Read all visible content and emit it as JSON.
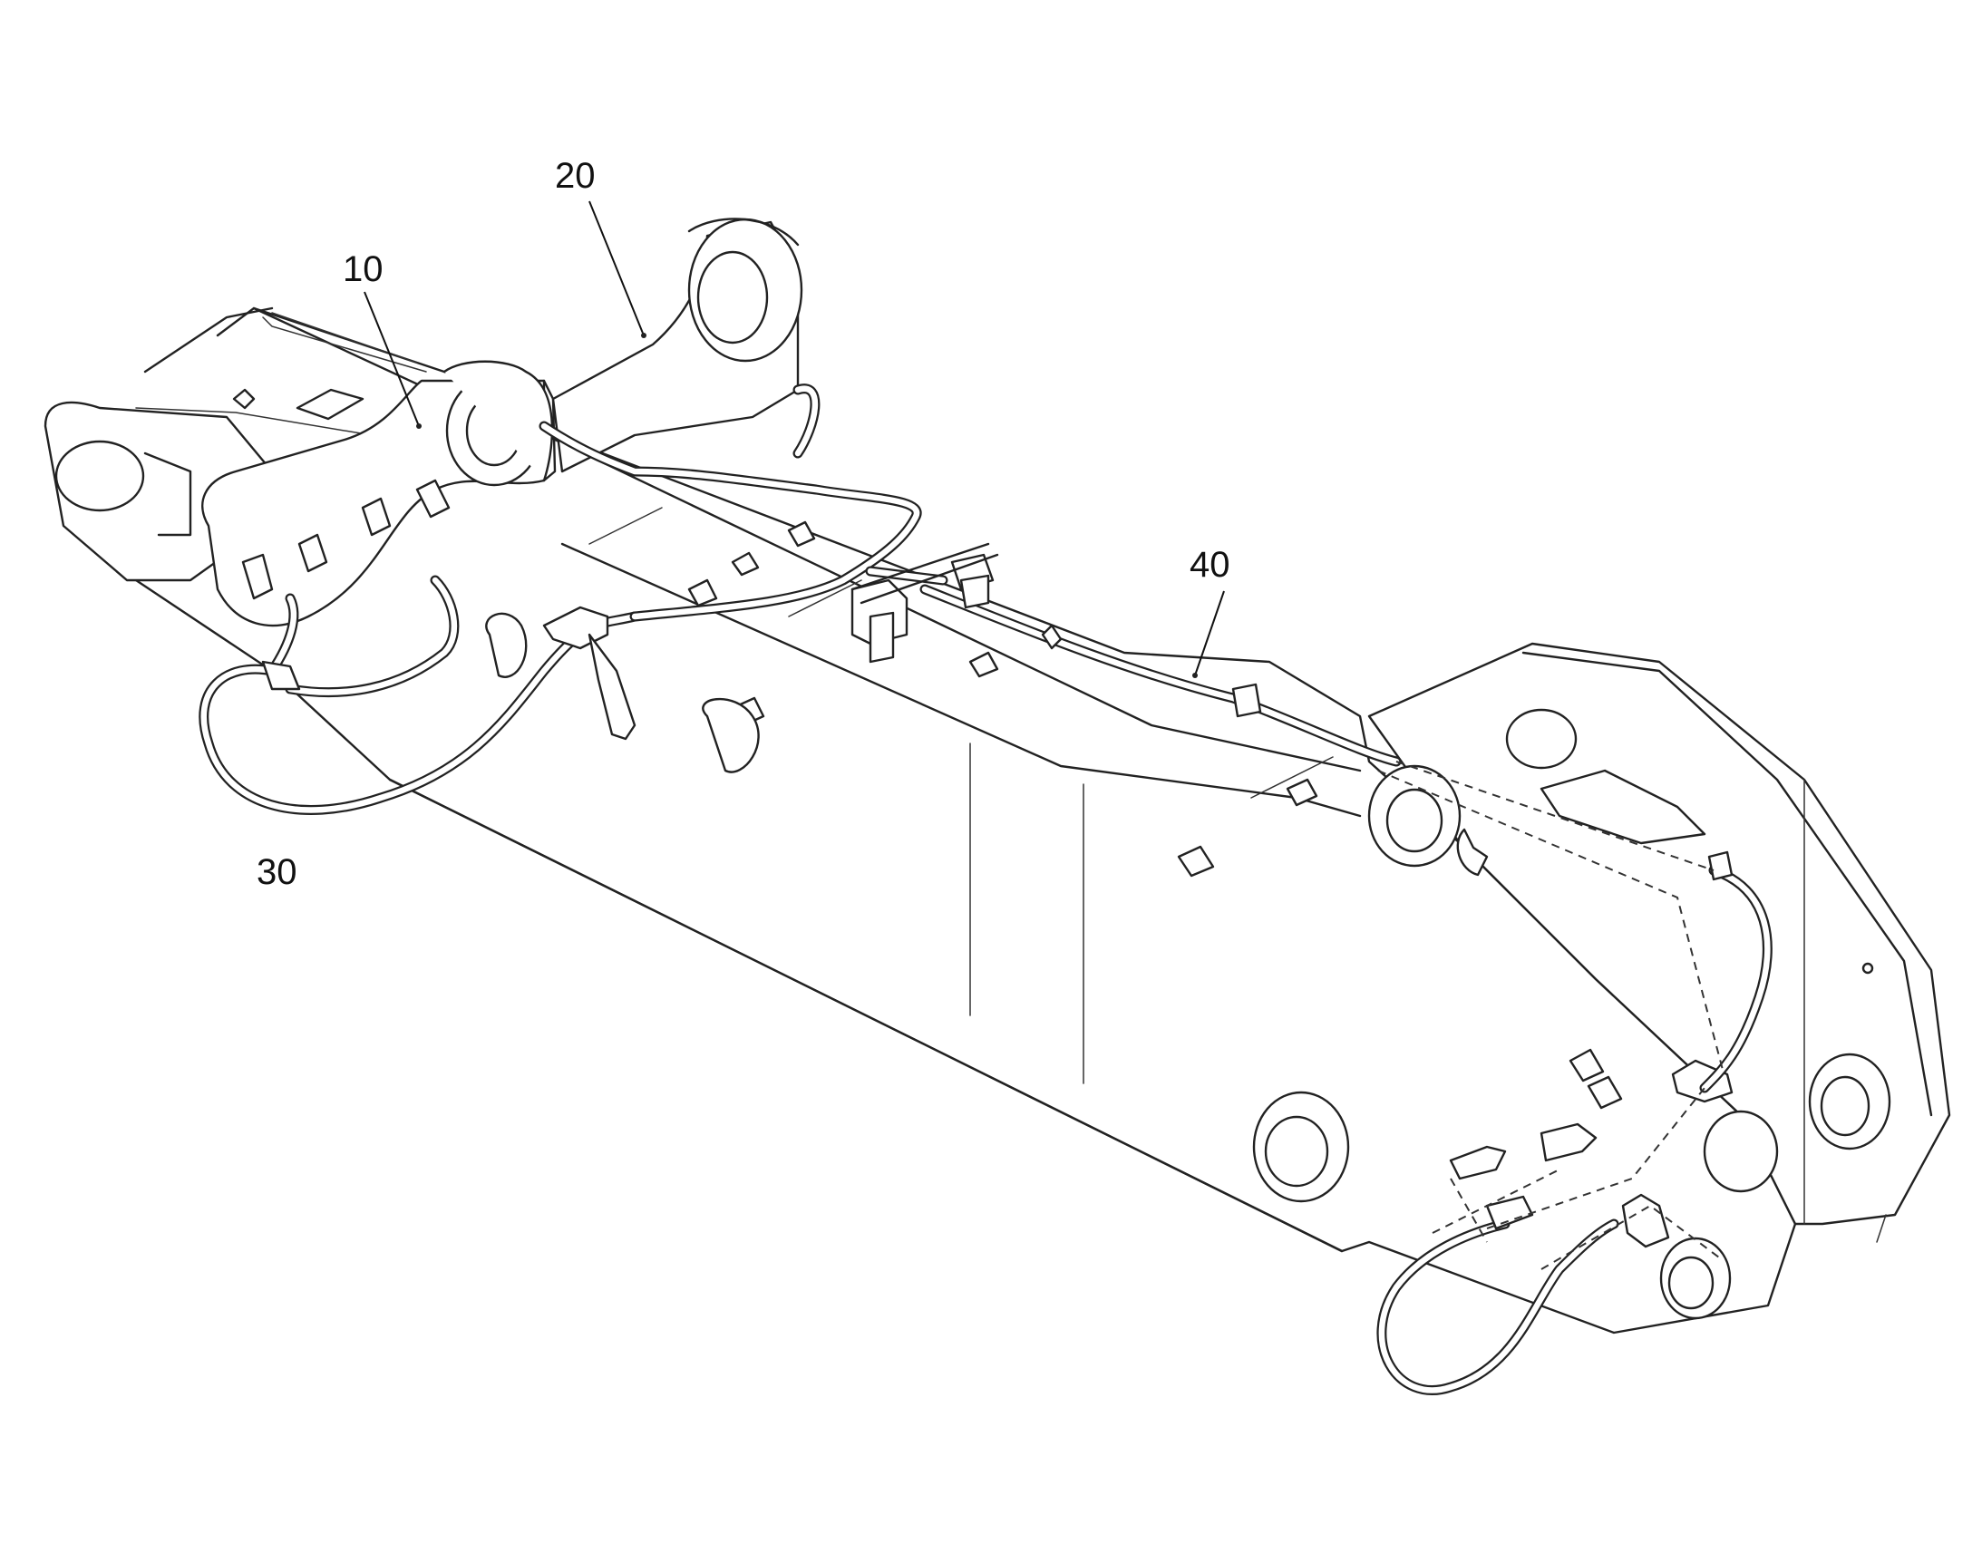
{
  "callouts": [
    {
      "id": "part-10",
      "text": "10"
    },
    {
      "id": "part-20",
      "text": "20"
    },
    {
      "id": "part-30",
      "text": "30"
    },
    {
      "id": "part-40",
      "text": "40"
    }
  ]
}
